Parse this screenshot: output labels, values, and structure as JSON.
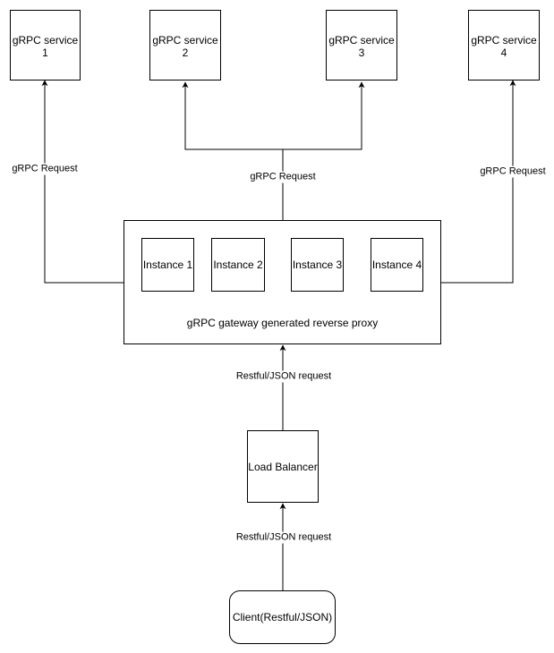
{
  "services": [
    {
      "label": "gRPC service\n1"
    },
    {
      "label": "gRPC service\n2"
    },
    {
      "label": "gRPC service\n3"
    },
    {
      "label": "gRPC service\n4"
    }
  ],
  "proxy": {
    "label": "gRPC gateway generated reverse proxy",
    "instances": [
      {
        "label": "Instance 1"
      },
      {
        "label": "Instance 2"
      },
      {
        "label": "Instance 3"
      },
      {
        "label": "Instance 4"
      }
    ]
  },
  "load_balancer": {
    "label": "Load Balancer"
  },
  "client": {
    "label": "Client(Restful/JSON)"
  },
  "edge_labels": {
    "grpc_request_left": "gRPC Request",
    "grpc_request_middle": "gRPC Request",
    "grpc_request_right": "gRPC Request",
    "restful_upper": "Restful/JSON request",
    "restful_lower": "Restful/JSON request"
  },
  "colors": {
    "line": "#000000",
    "background": "#ffffff"
  }
}
